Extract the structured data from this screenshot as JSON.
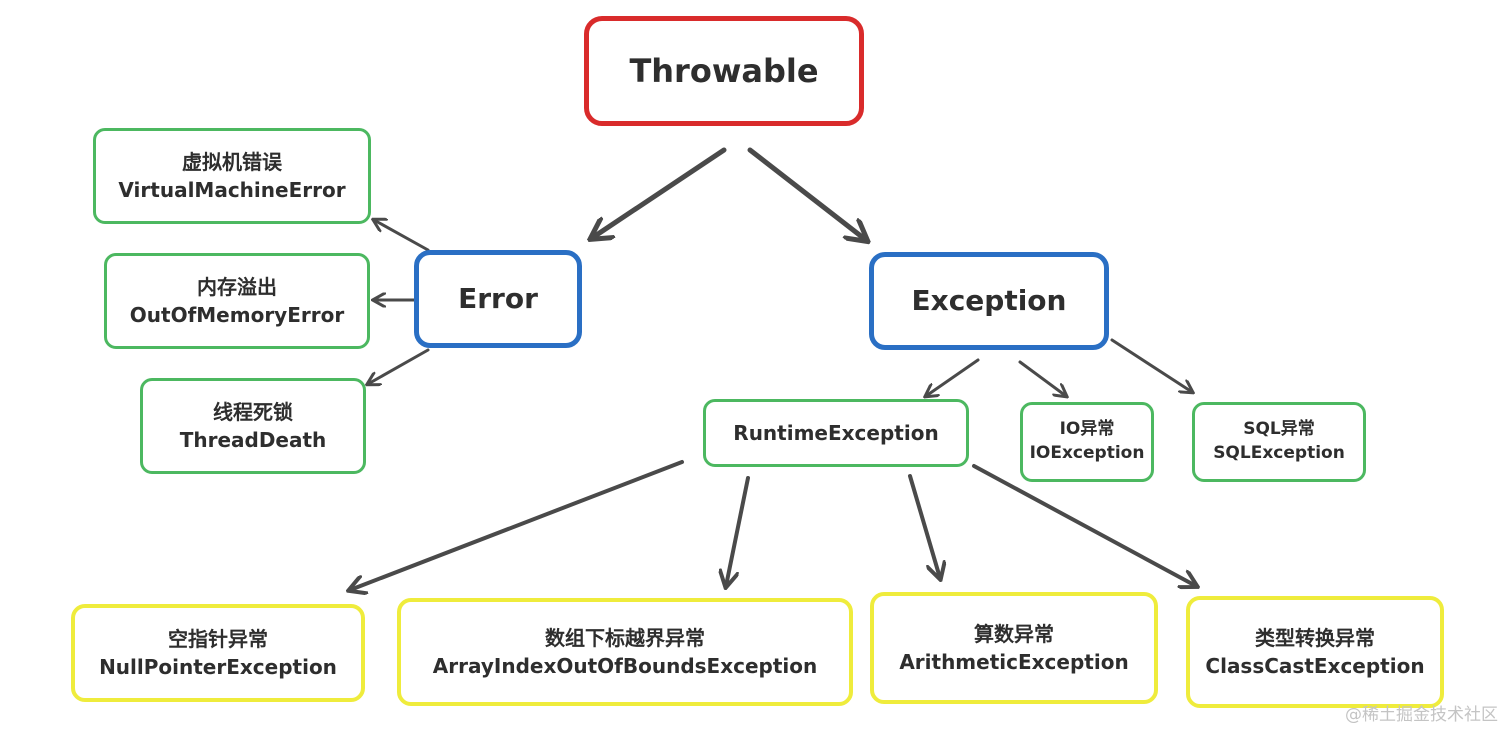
{
  "root": {
    "label": "Throwable"
  },
  "error": {
    "label": "Error",
    "children": [
      {
        "cn": "虚拟机错误",
        "en": "VirtualMachineError"
      },
      {
        "cn": "内存溢出",
        "en": "OutOfMemoryError"
      },
      {
        "cn": "线程死锁",
        "en": "ThreadDeath"
      }
    ]
  },
  "exception": {
    "label": "Exception",
    "runtime": {
      "label": "RuntimeException"
    },
    "io": {
      "cn": "IO异常",
      "en": "IOException"
    },
    "sql": {
      "cn": "SQL异常",
      "en": "SQLException"
    }
  },
  "runtime_children": [
    {
      "cn": "空指针异常",
      "en": "NullPointerException"
    },
    {
      "cn": "数组下标越界异常",
      "en": "ArrayIndexOutOfBoundsException"
    },
    {
      "cn": "算数异常",
      "en": "ArithmeticException"
    },
    {
      "cn": "类型转换异常",
      "en": "ClassCastException"
    }
  ],
  "colors": {
    "root_border": "#d92b2b",
    "mid_border": "#2a6fc4",
    "leaf_border": "#4cb860",
    "runtime_leaf_border": "#efec3c",
    "arrow": "#4a4a4a"
  },
  "watermark": "@稀土掘金技术社区"
}
